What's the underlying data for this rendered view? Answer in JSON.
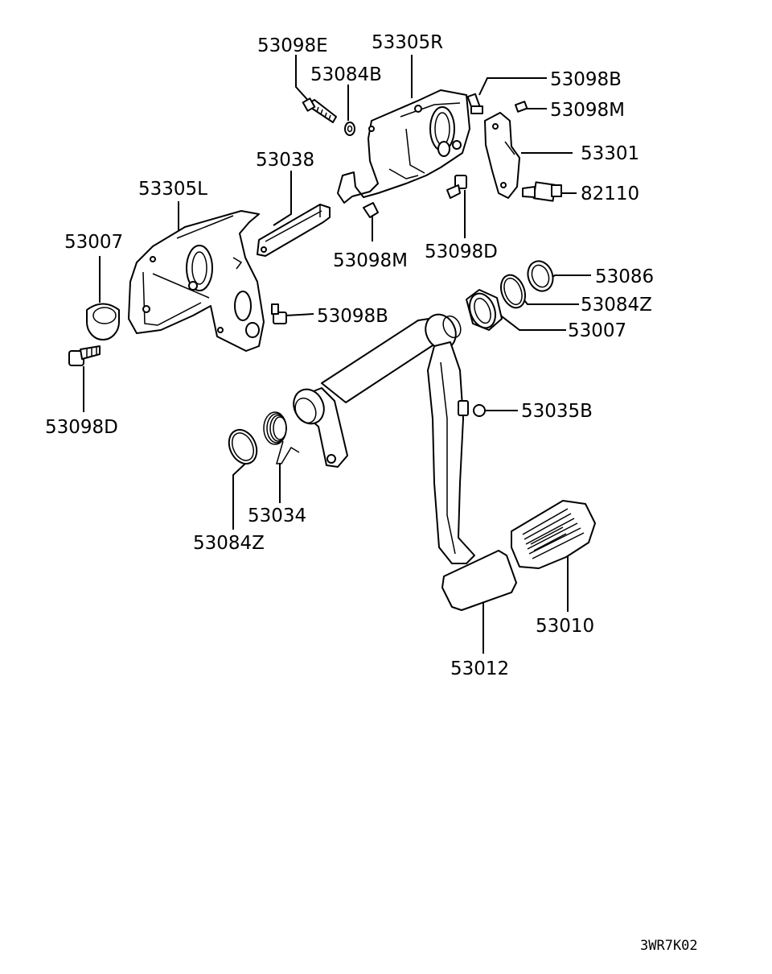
{
  "labels": {
    "p53098E": "53098E",
    "p53084B": "53084B",
    "p53305R": "53305R",
    "p53098B_top": "53098B",
    "p53098M_top": "53098M",
    "p53301": "53301",
    "p82110": "82110",
    "p53038": "53038",
    "p53305L": "53305L",
    "p53007_left": "53007",
    "p53098M_mid": "53098M",
    "p53098D_mid": "53098D",
    "p53086": "53086",
    "p53084Z_right": "53084Z",
    "p53007_right": "53007",
    "p53098B_mid": "53098B",
    "p53098D_left": "53098D",
    "p53035B": "53035B",
    "p53034": "53034",
    "p53084Z_left": "53084Z",
    "p53010": "53010",
    "p53012": "53012"
  },
  "diagram_code": "3WR7K02"
}
